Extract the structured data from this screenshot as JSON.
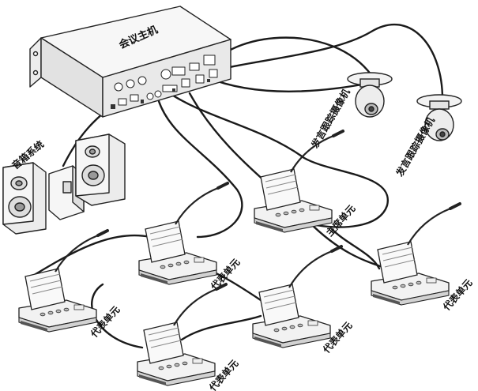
{
  "labels": {
    "host": "会议主机",
    "speaker_system": "音箱系统",
    "camera_1": "发言跟踪摄像机",
    "camera_2": "发言跟踪摄像机",
    "chairman_unit": "主席单元",
    "delegate_unit_1": "代表单元",
    "delegate_unit_2": "代表单元",
    "delegate_unit_3": "代表单元",
    "delegate_unit_4": "代表单元",
    "delegate_unit_5": "代表单元"
  },
  "colors": {
    "line": "#222222",
    "cable": "#1a1a1a",
    "face": "#f4f4f4",
    "shade": "#d9d9d9",
    "dark": "#9a9a9a"
  }
}
